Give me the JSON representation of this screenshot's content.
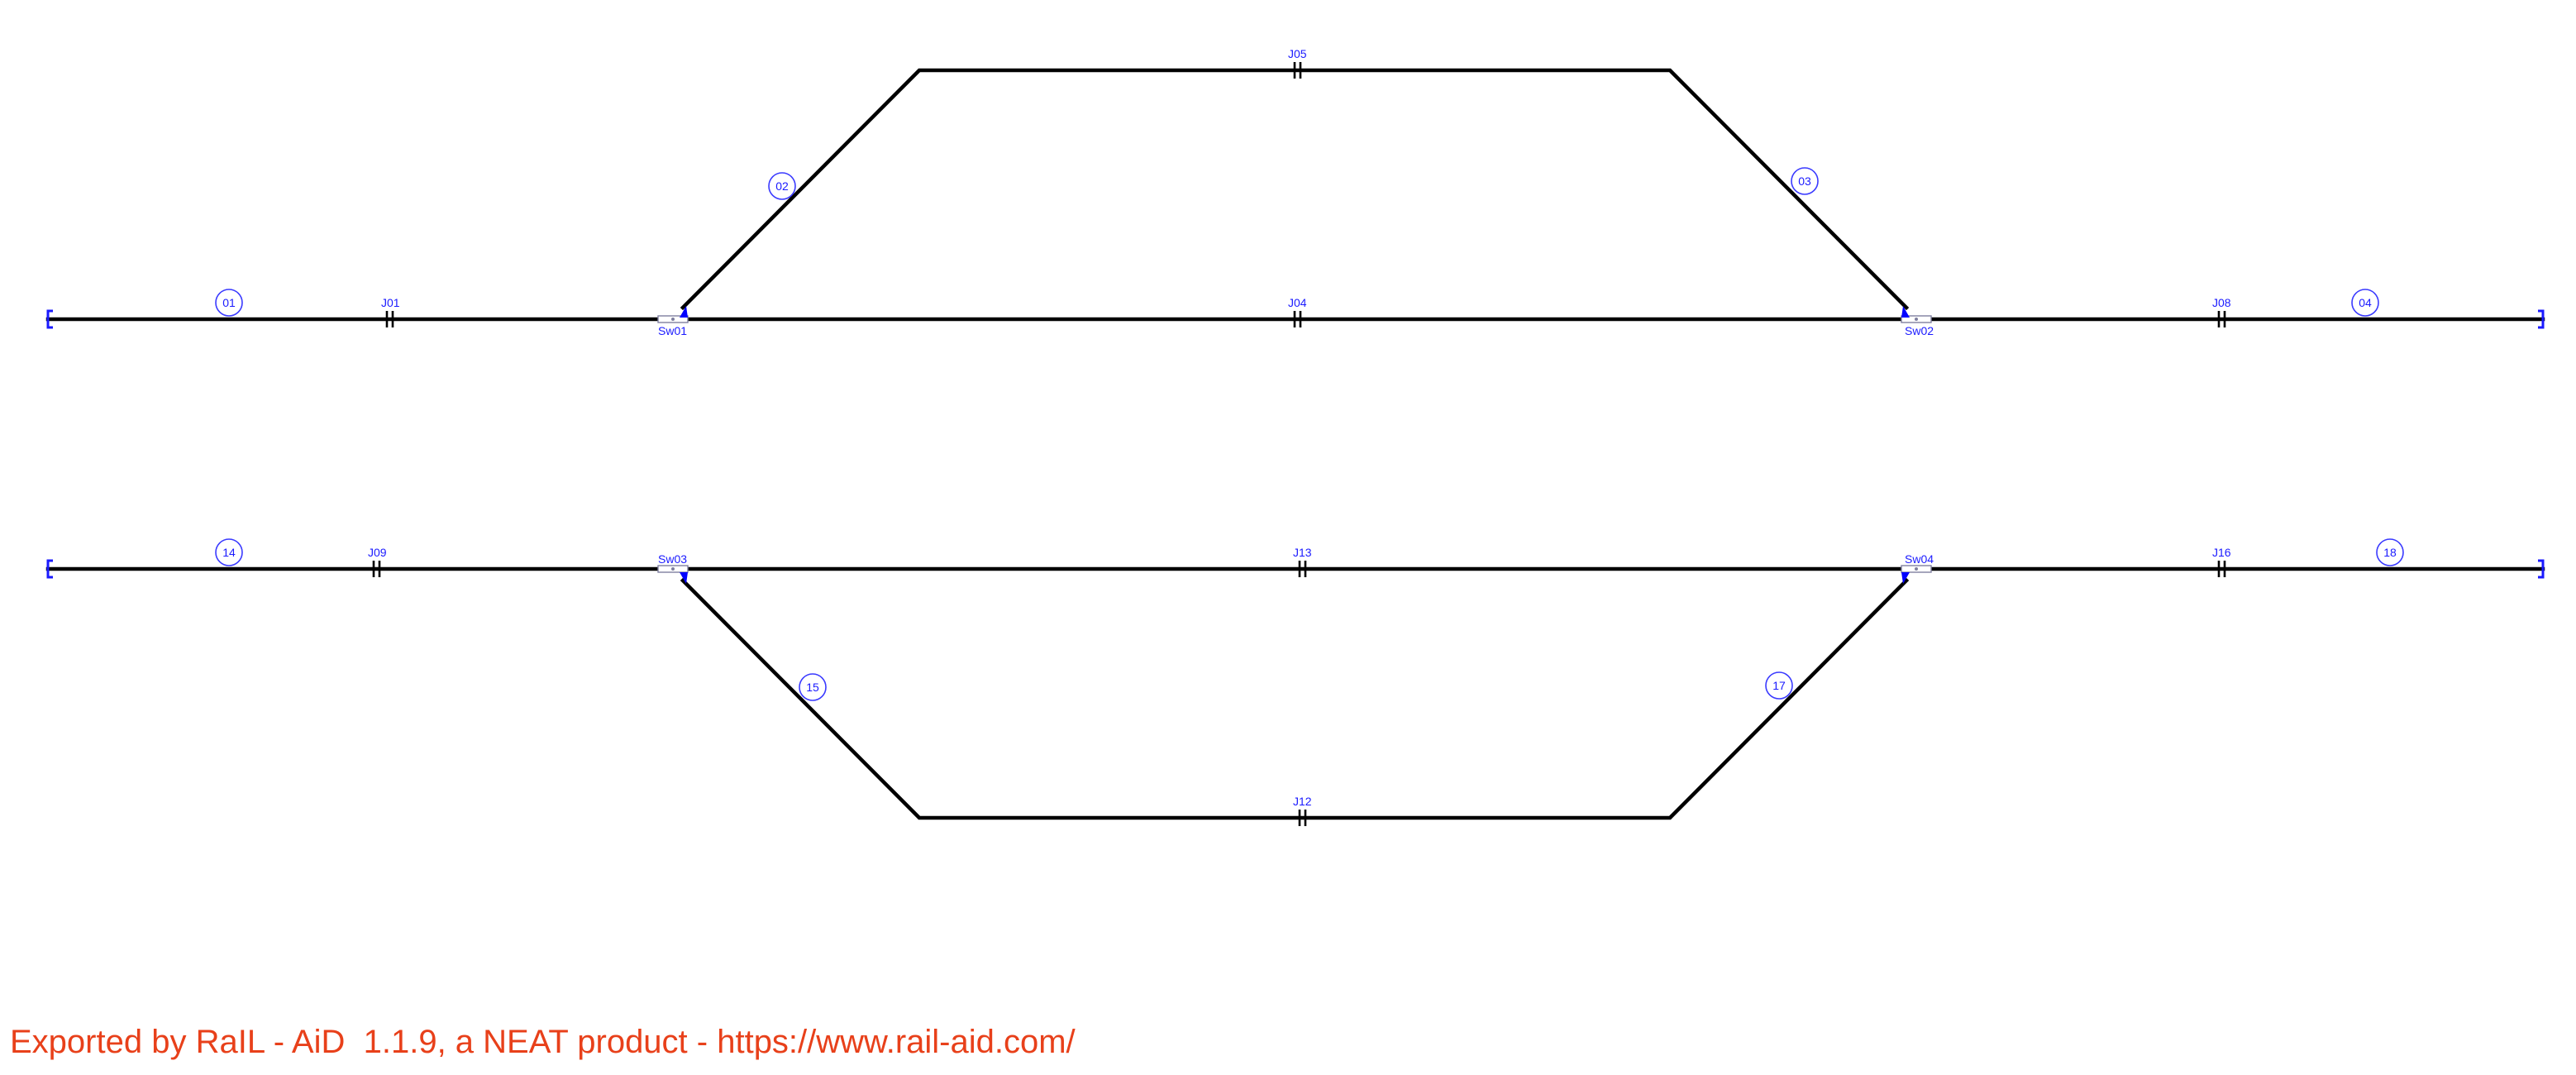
{
  "diagram": {
    "joints": [
      {
        "id": "J01",
        "label": "J01"
      },
      {
        "id": "J04",
        "label": "J04"
      },
      {
        "id": "J05",
        "label": "J05"
      },
      {
        "id": "J08",
        "label": "J08"
      },
      {
        "id": "J09",
        "label": "J09"
      },
      {
        "id": "J12",
        "label": "J12"
      },
      {
        "id": "J13",
        "label": "J13"
      },
      {
        "id": "J16",
        "label": "J16"
      }
    ],
    "switches": [
      {
        "id": "Sw01",
        "label": "Sw01"
      },
      {
        "id": "Sw02",
        "label": "Sw02"
      },
      {
        "id": "Sw03",
        "label": "Sw03"
      },
      {
        "id": "Sw04",
        "label": "Sw04"
      }
    ],
    "sections": [
      {
        "id": "01",
        "label": "01"
      },
      {
        "id": "02",
        "label": "02"
      },
      {
        "id": "03",
        "label": "03"
      },
      {
        "id": "04",
        "label": "04"
      },
      {
        "id": "14",
        "label": "14"
      },
      {
        "id": "15",
        "label": "15"
      },
      {
        "id": "17",
        "label": "17"
      },
      {
        "id": "18",
        "label": "18"
      }
    ]
  },
  "footer": {
    "text": "Exported by RaIL - AiD  1.1.9, a NEAT product - https://www.rail-aid.com/"
  },
  "colors": {
    "track": "#000000",
    "label": "#1a1aff",
    "footer": "#e8401a"
  }
}
